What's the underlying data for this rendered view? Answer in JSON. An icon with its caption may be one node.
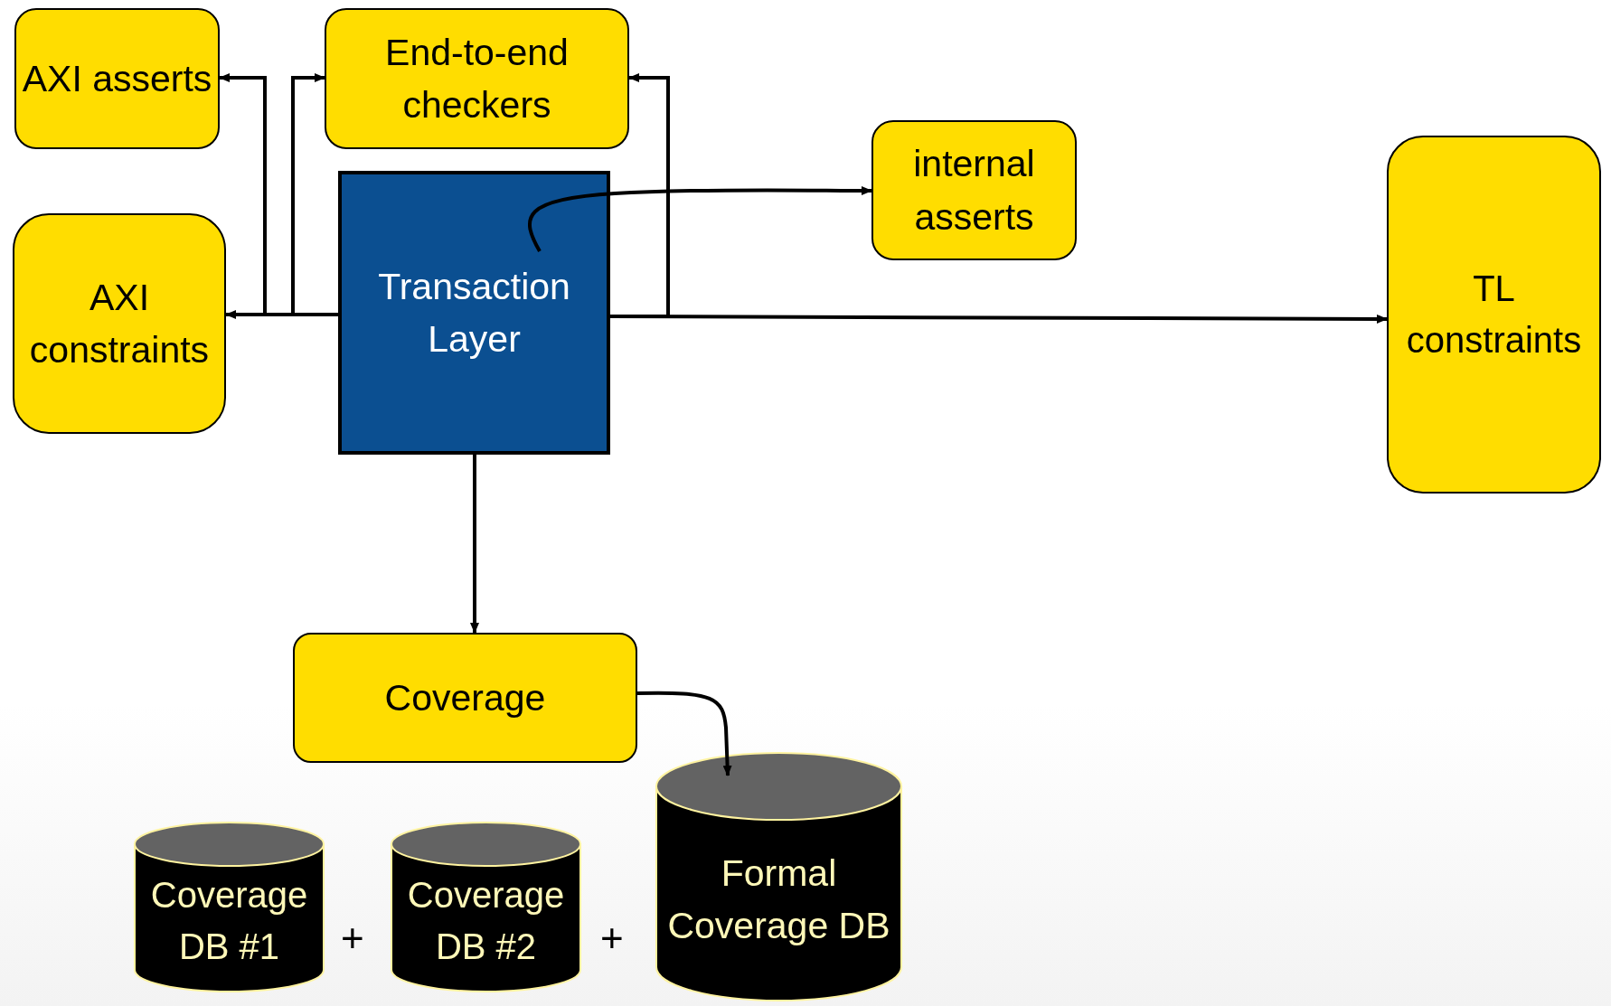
{
  "diagram": {
    "nodes": [
      {
        "text": [
          "AXI asserts"
        ]
      },
      {
        "text": [
          "End-to-end checkers"
        ]
      },
      {
        "text": [
          "AXI constraints"
        ]
      },
      {
        "text": [
          "Transaction Layer"
        ]
      },
      {
        "text": [
          "internal asserts"
        ]
      },
      {
        "text": [
          "TL constraints"
        ]
      },
      {
        "text": [
          "Coverage"
        ]
      },
      {
        "text": [
          "Coverage DB #1"
        ]
      },
      {
        "text": [
          "Coverage DB #2"
        ]
      },
      {
        "text": [
          "Formal Coverage DB"
        ]
      }
    ],
    "edges": [
      {
        "from": 3,
        "to": 2,
        "arrow": "to"
      },
      {
        "from": 3,
        "to": 0,
        "arrow": "to"
      },
      {
        "from": 3,
        "to": 1,
        "arrow": "to"
      },
      {
        "from": 3,
        "to": 1,
        "arrow": "to"
      },
      {
        "from": 3,
        "to": 4,
        "arrow": "to"
      },
      {
        "from": 3,
        "to": 5,
        "arrow": "to"
      },
      {
        "from": 3,
        "to": 6,
        "arrow": "to"
      },
      {
        "from": 6,
        "to": 9,
        "arrow": "to"
      }
    ],
    "labels": [
      "+",
      "+"
    ]
  }
}
